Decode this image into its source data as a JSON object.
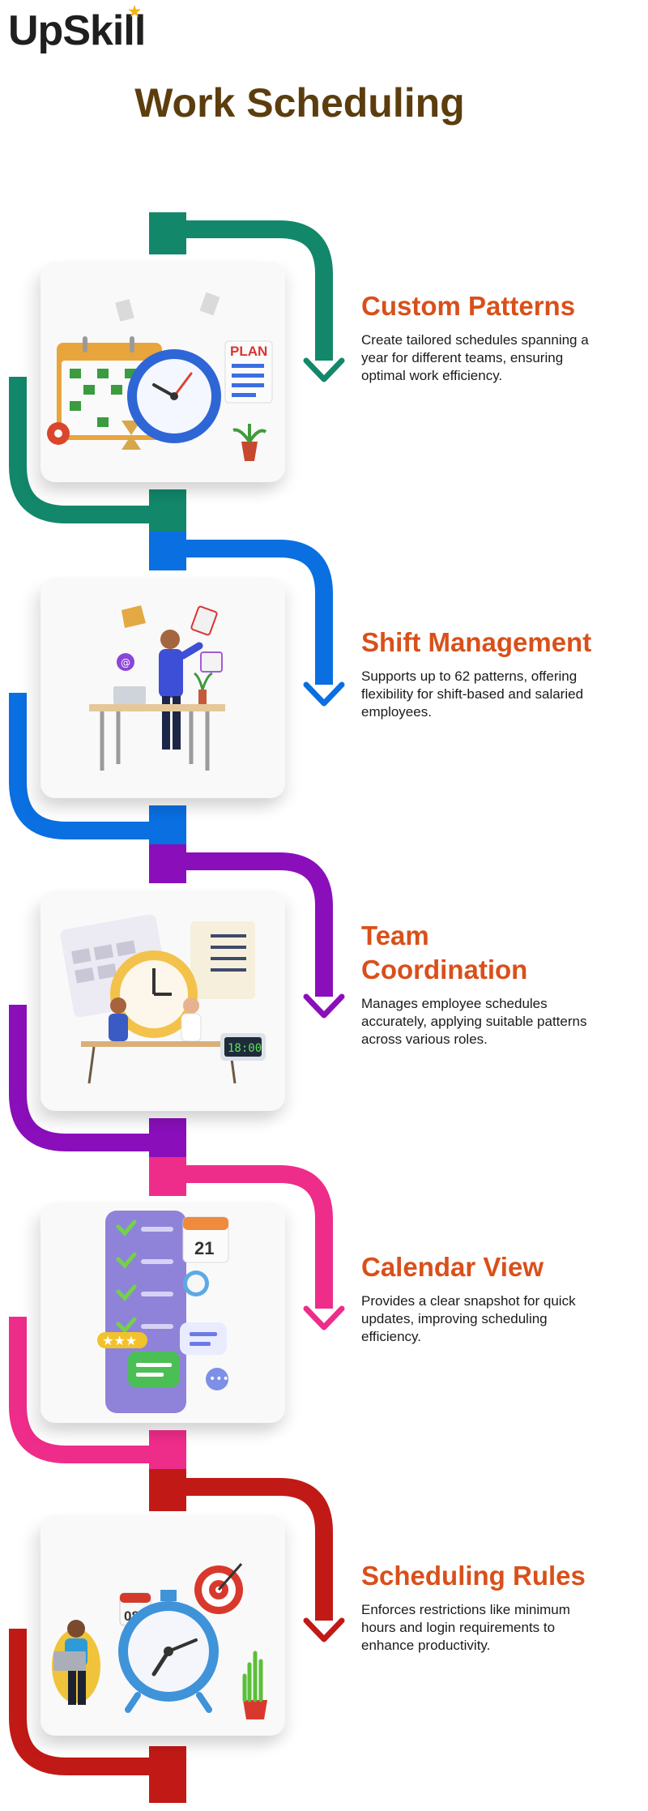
{
  "brand": {
    "logo_text": "UpSkill"
  },
  "page": {
    "title": "Work Scheduling"
  },
  "steps": [
    {
      "title": "Custom Patterns",
      "description": "Create tailored schedules spanning a year for different teams, ensuring optimal work efficiency.",
      "color": "#13876a",
      "illustration": "calendar-clock-icon",
      "plan_label": "PLAN"
    },
    {
      "title": "Shift Management",
      "description": "Supports up to 62 patterns, offering flexibility for shift-based and salaried employees.",
      "color": "#0a6fe0",
      "illustration": "person-at-desk-icon"
    },
    {
      "title": "Team Coordination",
      "description": "Manages employee schedules accurately, applying suitable patterns across various roles.",
      "color": "#8a0fba",
      "illustration": "team-clock-icon",
      "clock_digits": "18:00"
    },
    {
      "title": "Calendar View",
      "description": "Provides a clear snapshot for quick updates, improving scheduling efficiency.",
      "color": "#ee2d8a",
      "illustration": "calendar-checklist-icon",
      "calendar_day": "21"
    },
    {
      "title": "Scheduling Rules",
      "description": "Enforces restrictions like minimum hours and login requirements to enhance productivity.",
      "color": "#c11a16",
      "illustration": "alarm-target-icon",
      "calendar_day": "08"
    }
  ]
}
